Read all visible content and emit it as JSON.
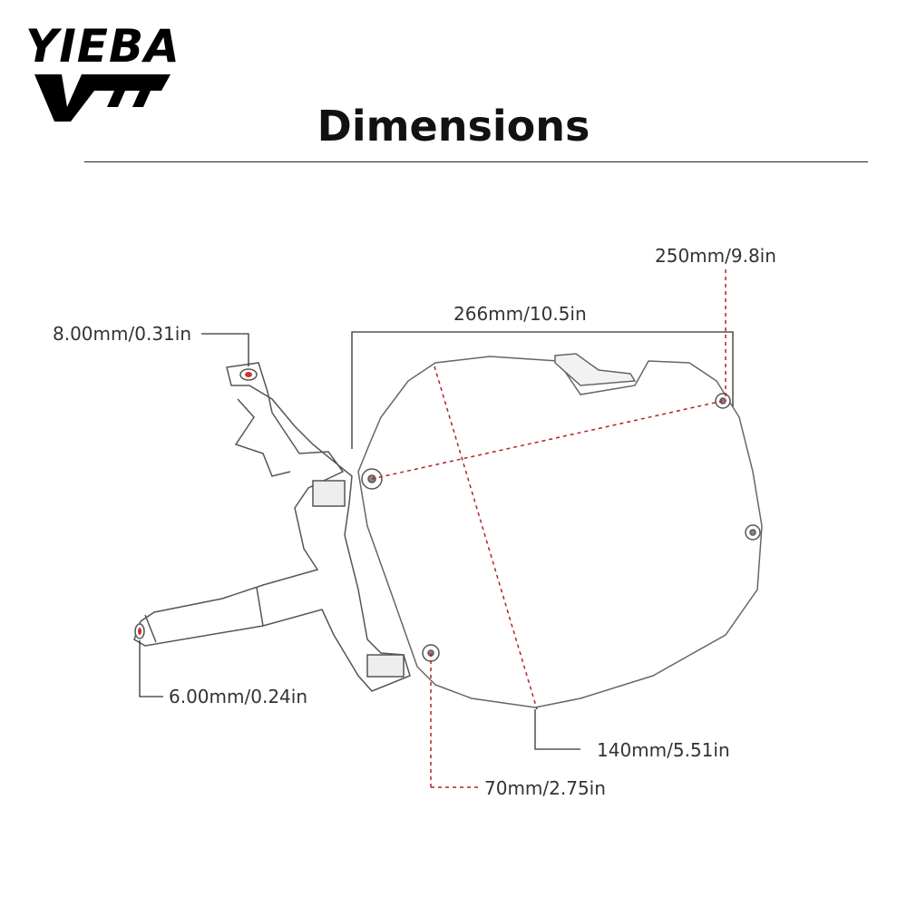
{
  "brand": {
    "name": "YIEBA"
  },
  "title": "Dimensions",
  "dimensions": {
    "hole_large": "8.00mm/0.31in",
    "hole_small": "6.00mm/0.24in",
    "overall_width": "266mm/10.5in",
    "diagonal": "250mm/9.8in",
    "height": "140mm/5.51in",
    "bottom_offset": "70mm/2.75in"
  },
  "colors": {
    "leader_line": "#333333",
    "measure_line": "#b22222",
    "outline": "#555555"
  }
}
